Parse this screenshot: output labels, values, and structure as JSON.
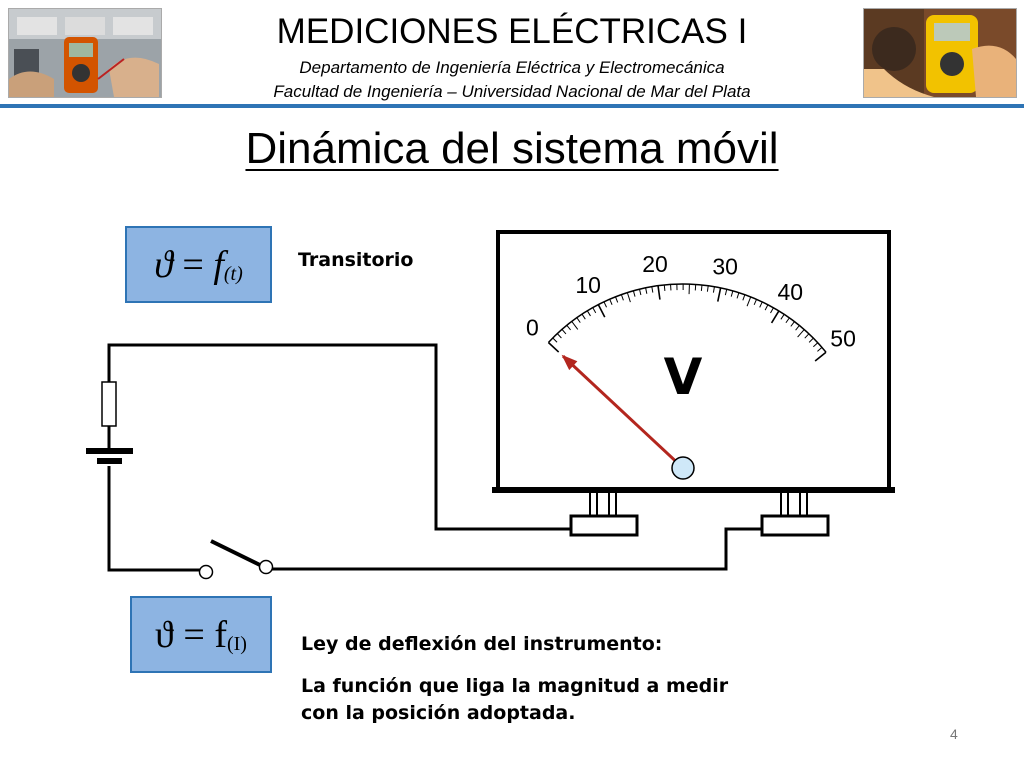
{
  "header": {
    "course_title": "MEDICIONES ELÉCTRICAS I",
    "department": "Departamento de Ingeniería Eléctrica y Electromecánica",
    "faculty": "Facultad de Ingeniería – Universidad Nacional de Mar del Plata"
  },
  "slide": {
    "title": "Dinámica del sistema móvil",
    "page_number": "4"
  },
  "equations": {
    "top": {
      "lhs": "ϑ",
      "eq": " = ",
      "func": "f",
      "arg": "(t)"
    },
    "bottom": {
      "lhs": "ϑ",
      "eq": " = ",
      "func": "f",
      "arg": "(I)"
    }
  },
  "labels": {
    "transitorio": "Transitorio",
    "ley": "Ley de deflexión del instrumento:",
    "funcion_line1": "La función que liga la magnitud a medir",
    "funcion_line2": "con la posición adoptada."
  },
  "meter": {
    "unit_symbol": "V",
    "scale_labels": [
      "0",
      "10",
      "20",
      "30",
      "40",
      "50"
    ],
    "needle_reading": 0,
    "needle_color": "#b3261e",
    "pivot_color": "#cfe8f8"
  },
  "colors": {
    "accent": "#2e74b5",
    "equation_box": "#8db4e2"
  }
}
